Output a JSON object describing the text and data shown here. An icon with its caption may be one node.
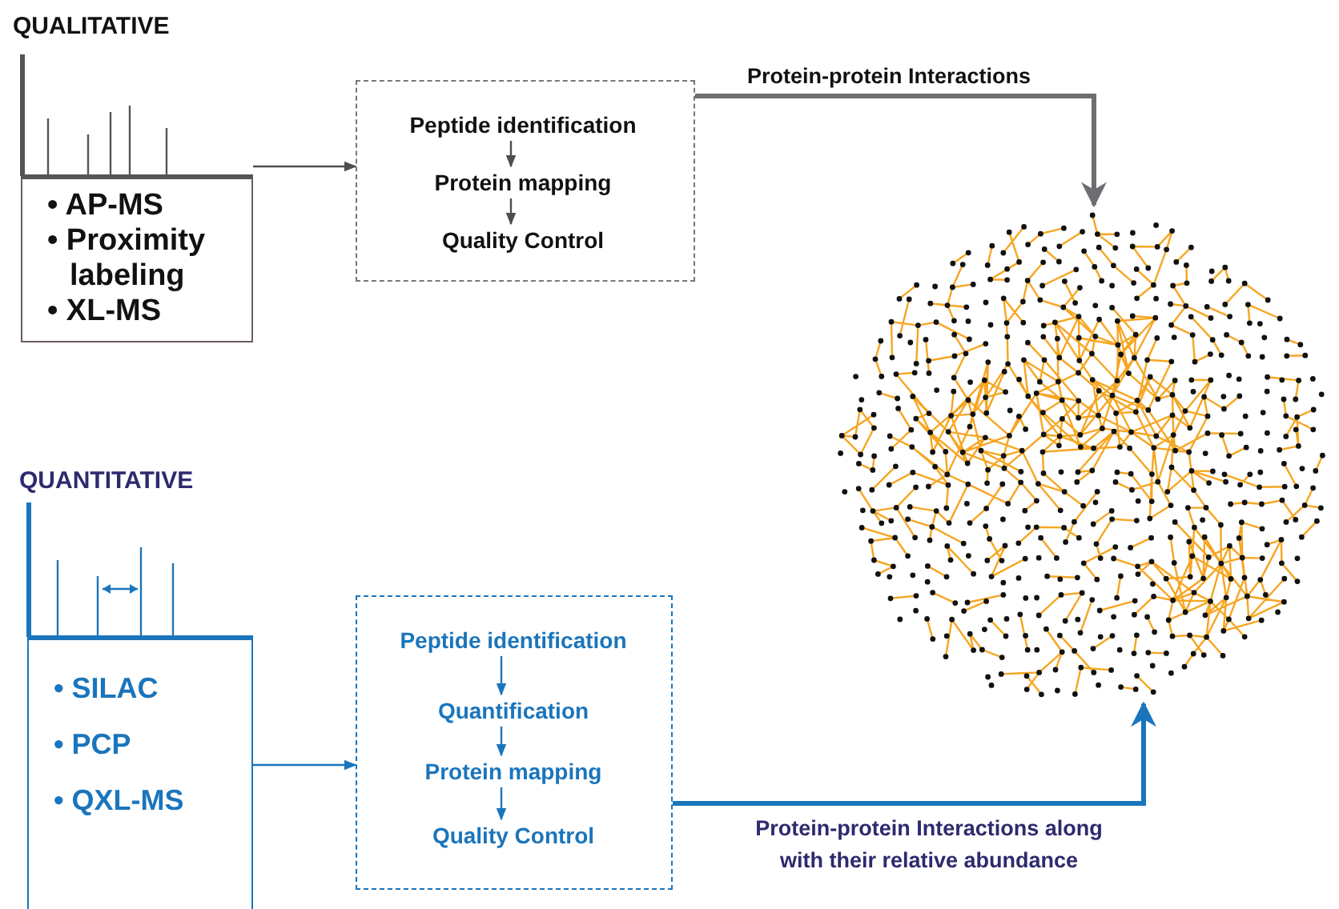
{
  "diagram": {
    "nodes": [
      {
        "text": [
          "QUALITATIVE",
          "• AP-MS",
          "• Proximity labeling",
          "• XL-MS"
        ]
      },
      {
        "text": [],
        "shape": "box"
      },
      {
        "text": [
          "Peptide identification"
        ],
        "in": 1
      },
      {
        "text": [
          "Protein mapping"
        ],
        "in": 1
      },
      {
        "text": [
          "Quality Control"
        ],
        "in": 1
      },
      {
        "text": [],
        "shape": "picture"
      },
      {
        "text": [
          "QUANTITATIVE",
          "• SILAC",
          "• PCP",
          "• QXL-MS"
        ]
      },
      {
        "text": [],
        "shape": "box"
      },
      {
        "text": [
          "Peptide identification"
        ],
        "in": 7
      },
      {
        "text": [
          "Quantification"
        ],
        "in": 7
      },
      {
        "text": [
          "Protein mapping"
        ],
        "in": 7
      },
      {
        "text": [
          "Quality Control"
        ],
        "in": 7
      }
    ],
    "edges": [
      {
        "from": 0,
        "to": 1,
        "arrow": "to",
        "color": "#4d4d4f"
      },
      {
        "from": 2,
        "to": 3,
        "arrow": "to",
        "color": "#4d4d4f"
      },
      {
        "from": 3,
        "to": 4,
        "arrow": "to",
        "color": "#4d4d4f"
      },
      {
        "from": 1,
        "to": 5,
        "arrow": "to",
        "label": "Protein-protein Interactions",
        "style": "thick",
        "color": "#6d6e71"
      },
      {
        "from": 6,
        "to": 7,
        "arrow": "to",
        "color": "#1a75bc"
      },
      {
        "from": 8,
        "to": 9,
        "arrow": "to",
        "color": "#1a75bc"
      },
      {
        "from": 9,
        "to": 10,
        "arrow": "to",
        "color": "#1a75bc"
      },
      {
        "from": 10,
        "to": 11,
        "arrow": "to",
        "color": "#1a75bc"
      },
      {
        "from": 7,
        "to": 5,
        "arrow": "to",
        "label": "Protein-protein Interactions along with their relative abundance",
        "style": "thick",
        "color": "#1a75bc"
      }
    ]
  }
}
